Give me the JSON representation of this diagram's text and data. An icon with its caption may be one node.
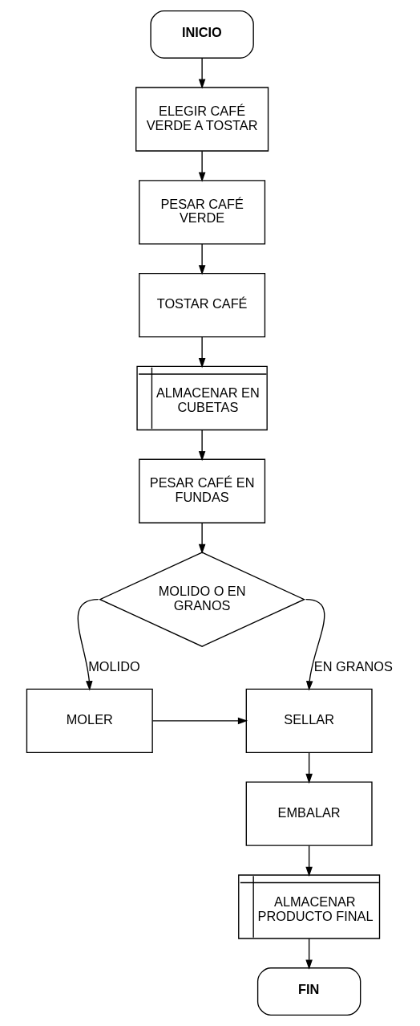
{
  "diagram": {
    "nodes": [
      {
        "text": [
          "INICIO"
        ]
      },
      {
        "text": [
          "ELEGIR CAFÉ VERDE A TOSTAR"
        ]
      },
      {
        "text": [
          "PESAR CAFÉ VERDE"
        ]
      },
      {
        "text": [
          "TOSTAR CAFÉ"
        ]
      },
      {
        "text": [
          "ALMACENAR EN CUBETAS"
        ]
      },
      {
        "text": [
          "PESAR CAFÉ EN FUNDAS"
        ]
      },
      {
        "text": [
          "MOLIDO O EN GRANOS"
        ]
      },
      {
        "text": [
          "MOLER"
        ]
      },
      {
        "text": [
          "SELLAR"
        ]
      },
      {
        "text": [
          "EMBALAR"
        ]
      },
      {
        "text": [
          "ALMACENAR PRODUCTO FINAL"
        ]
      },
      {
        "text": [
          "FIN"
        ]
      }
    ],
    "edges": [
      {
        "from": 0,
        "to": 1,
        "arrow": "to"
      },
      {
        "from": 1,
        "to": 2,
        "arrow": "to"
      },
      {
        "from": 2,
        "to": 3,
        "arrow": "to"
      },
      {
        "from": 3,
        "to": 4,
        "arrow": "to"
      },
      {
        "from": 4,
        "to": 5,
        "arrow": "to"
      },
      {
        "from": 5,
        "to": 6,
        "arrow": "to"
      },
      {
        "from": 6,
        "to": 7,
        "arrow": "to",
        "label": "MOLIDO"
      },
      {
        "from": 6,
        "to": 8,
        "arrow": "to",
        "label": "EN GRANOS"
      },
      {
        "from": 7,
        "to": 8,
        "arrow": "to"
      },
      {
        "from": 8,
        "to": 9,
        "arrow": "to"
      },
      {
        "from": 9,
        "to": 10,
        "arrow": "to"
      },
      {
        "from": 10,
        "to": 11,
        "arrow": "to"
      }
    ]
  }
}
